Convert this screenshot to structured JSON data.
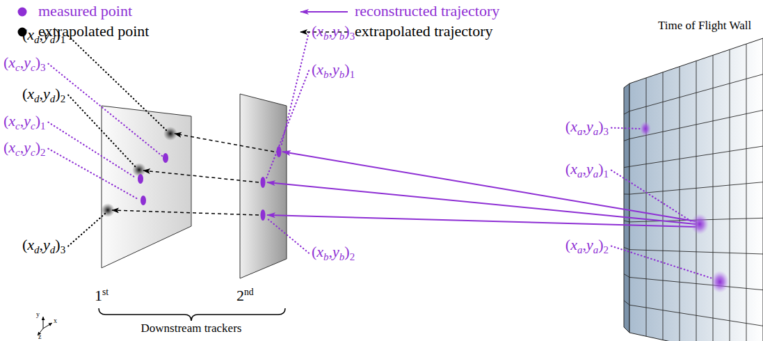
{
  "diagram": {
    "nodes": [
      {
        "text": [
          "1st"
        ]
      },
      {
        "text": [
          "2nd"
        ]
      },
      {
        "text": [
          "Time of Flight Wall"
        ]
      }
    ],
    "edges": [
      {
        "from": 2,
        "to": 1,
        "arrow": "to"
      },
      {
        "from": 2,
        "to": 1,
        "arrow": "to"
      },
      {
        "from": 2,
        "to": 1,
        "arrow": "to"
      },
      {
        "from": 1,
        "to": 0,
        "arrow": "to"
      },
      {
        "from": 1,
        "to": 0,
        "arrow": "to"
      },
      {
        "from": 1,
        "to": 0,
        "arrow": "to"
      }
    ],
    "labels": [
      "(xd,yd)1",
      "(xc,yc)3",
      "(xd,yd)2",
      "(xc,yc)1",
      "(xc,yc)2",
      "(xd,yd)3",
      "(xb,yb)3",
      "(xb,yb)1",
      "(xb,yb)2",
      "(xa,ya)3",
      "(xa,ya)1",
      "(xa,ya)2",
      "Downstream trackers",
      "y",
      "x",
      "z"
    ],
    "legend": [
      {
        "text": "measured point",
        "color": "#8e2fd4"
      },
      {
        "text": "extrapolated point",
        "color": "#000000"
      },
      {
        "text": "reconstructed trajectory"
      },
      {
        "text": "extrapolated trajectory"
      }
    ]
  }
}
